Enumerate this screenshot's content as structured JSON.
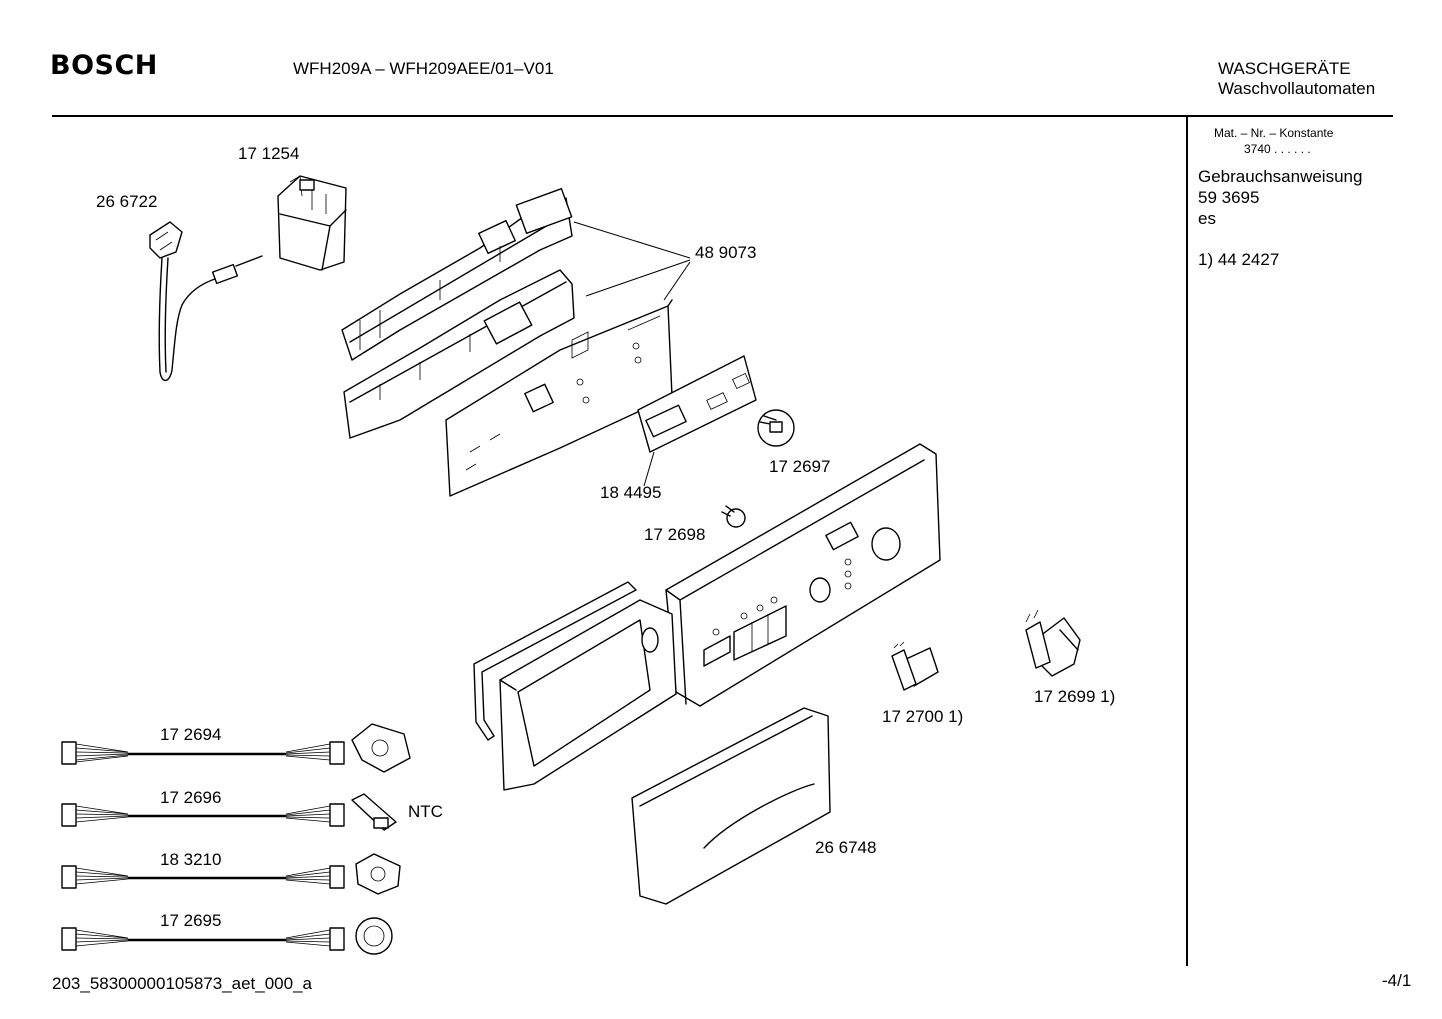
{
  "header": {
    "brand": "BOSCH",
    "model": "WFH209A – WFH209AEE/01–V01",
    "category": "WASCHGERÄTE",
    "subcategory": "Waschvollautomaten"
  },
  "sidebar": {
    "mat_label": "Mat. – Nr. – Konstante",
    "mat_value": "3740 .  .  .  .  .  .",
    "manual_label": "Gebrauchsanweisung",
    "manual_number": "59 3695",
    "manual_lang": "es",
    "footnote": "1)  44 2427"
  },
  "parts": {
    "p171254": "17 1254",
    "p266722": "26 6722",
    "p489073": "48 9073",
    "p184495": "18 4495",
    "p172697": "17 2697",
    "p172698": "17 2698",
    "p172700": "17 2700 1)",
    "p172699": "17 2699 1)",
    "p266748": "26 6748",
    "p172694": "17 2694",
    "p172696": "17 2696",
    "p183210": "18 3210",
    "p172695": "17 2695",
    "ntc": "NTC"
  },
  "footer": {
    "doc_id": "203_58300000105873_aet_000_a",
    "page": "-4/1"
  }
}
